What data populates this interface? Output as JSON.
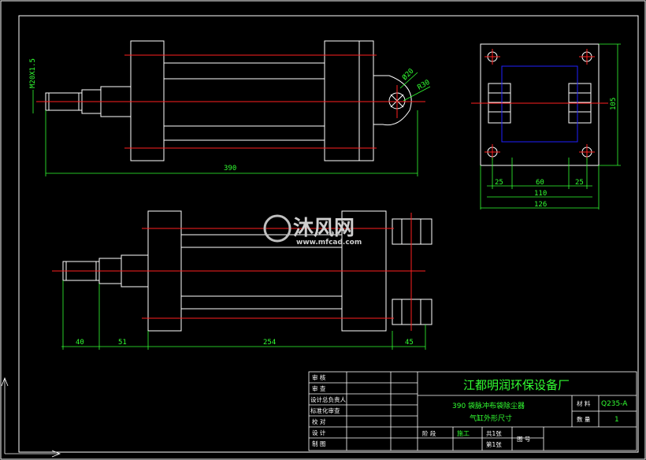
{
  "views": {
    "top": {
      "thread_label": "M20X1.5",
      "hole_dia_label": "Ø20",
      "radius_label": "R30",
      "overall_length": "390"
    },
    "end": {
      "height": "105",
      "dims_row1": [
        "25",
        "60",
        "25"
      ],
      "dim_110": "110",
      "dim_126": "126"
    },
    "front": {
      "dims": [
        "40",
        "51",
        "254",
        "45"
      ]
    }
  },
  "watermark": {
    "brand": "沐风网",
    "url": "www.mfcad.com"
  },
  "title_block": {
    "company": "江都明润环保设备厂",
    "drawing_title_line1": "390 袋脉冲布袋除尘器",
    "drawing_title_line2": "气缸外形尺寸",
    "material_label": "材 料",
    "material_value": "Q235-A",
    "quantity_label": "数 量",
    "quantity_value": "1",
    "stage_label": "阶 段",
    "stage_value": "施工",
    "total_label": "共1张",
    "sheet_label": "第1张",
    "drawing_no_label": "图 号",
    "rows": [
      "审    核",
      "审    查",
      "设计总负责人",
      "标准化审查",
      "校    对",
      "设    计",
      "制    图"
    ]
  },
  "colors": {
    "background": "#000000",
    "outline": "#ffffff",
    "center_line": "#ff2020",
    "dimension": "#32ff32",
    "hidden": "#2020ff"
  }
}
